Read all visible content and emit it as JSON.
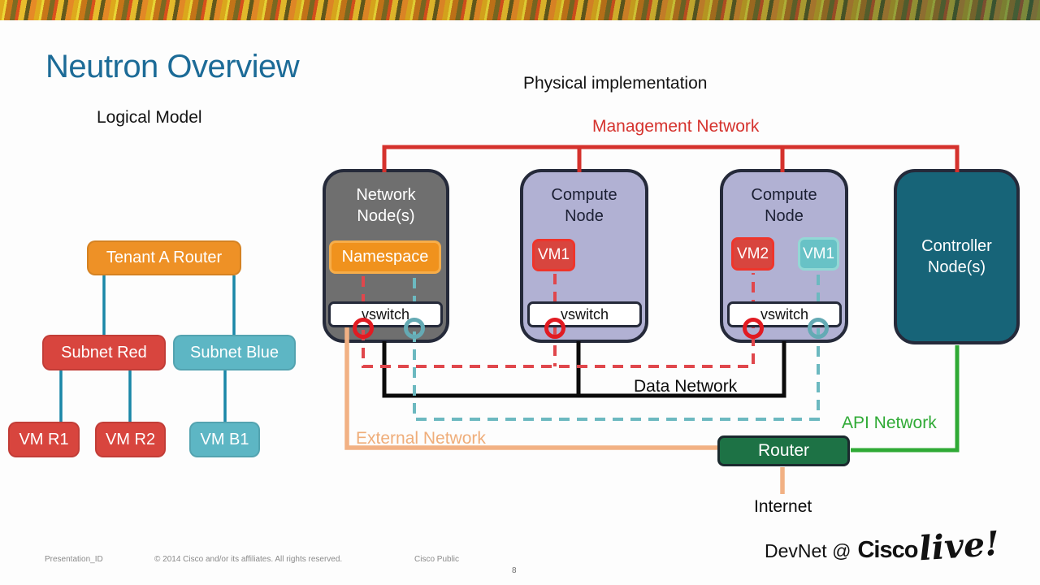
{
  "slide": {
    "title": "Neutron Overview",
    "logical_label": "Logical Model",
    "physical_label": "Physical implementation"
  },
  "logical": {
    "tenant_router": "Tenant A Router",
    "subnet_red": "Subnet Red",
    "subnet_blue": "Subnet Blue",
    "vm_r1": "VM R1",
    "vm_r2": "VM R2",
    "vm_b1": "VM B1"
  },
  "physical": {
    "network_node": "Network Node(s)",
    "compute_node": "Compute Node",
    "controller_node": "Controller Node(s)",
    "namespace": "Namespace",
    "vswitch": "vswitch",
    "vms": {
      "c1_vm1": "VM1",
      "c2_vm2": "VM2",
      "c2_vm1": "VM1"
    },
    "router": "Router",
    "internet": "Internet"
  },
  "networks": {
    "management": {
      "label": "Management Network",
      "color": "#d5322d"
    },
    "data": {
      "label": "Data Network",
      "color": "#0b0b0b"
    },
    "external": {
      "label": "External Network",
      "color": "#f2b184"
    },
    "api": {
      "label": "API Network",
      "color": "#2faa35"
    },
    "red_tunnel_dashed": {
      "color": "#e0474c"
    },
    "teal_tunnel_dashed": {
      "color": "#6cb9c0"
    },
    "logical_connector": {
      "color": "#1a87a8"
    }
  },
  "colors": {
    "title": "#1c6b97",
    "network_node_fill": "#6f6f6f",
    "compute_node_fill": "#b1b1d3",
    "controller_node_fill": "#176478",
    "node_border": "#252a3a",
    "namespace_fill": "#f0921d",
    "vm_red_fill": "#d8453e",
    "vm_teal_fill": "#68c2c6",
    "router_fill": "#1d7245",
    "orange_box": "#ee9126",
    "subnet_teal": "#5db6c4"
  },
  "footer": {
    "presentation_id": "Presentation_ID",
    "copyright": "© 2014 Cisco and/or its affiliates. All rights reserved.",
    "classification": "Cisco Public",
    "page_number": "8",
    "brand_prefix": "DevNet @",
    "brand_cisco": "Cisco",
    "brand_live": "live!"
  }
}
